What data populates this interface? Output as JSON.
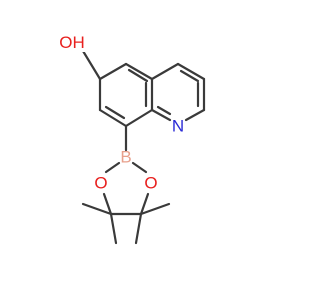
{
  "molecule": {
    "atoms": {
      "O_hydroxyl": {
        "label": "O",
        "suffix": "H",
        "color": "#e8201e"
      },
      "N_ring": {
        "label": "N",
        "color": "#2b2bd6"
      },
      "B": {
        "label": "B",
        "color": "#e8a08c"
      },
      "O_ring_left": {
        "label": "O",
        "color": "#e8201e"
      },
      "O_ring_right": {
        "label": "O",
        "color": "#e8201e"
      }
    },
    "bond_color": "#3a3a3a"
  }
}
